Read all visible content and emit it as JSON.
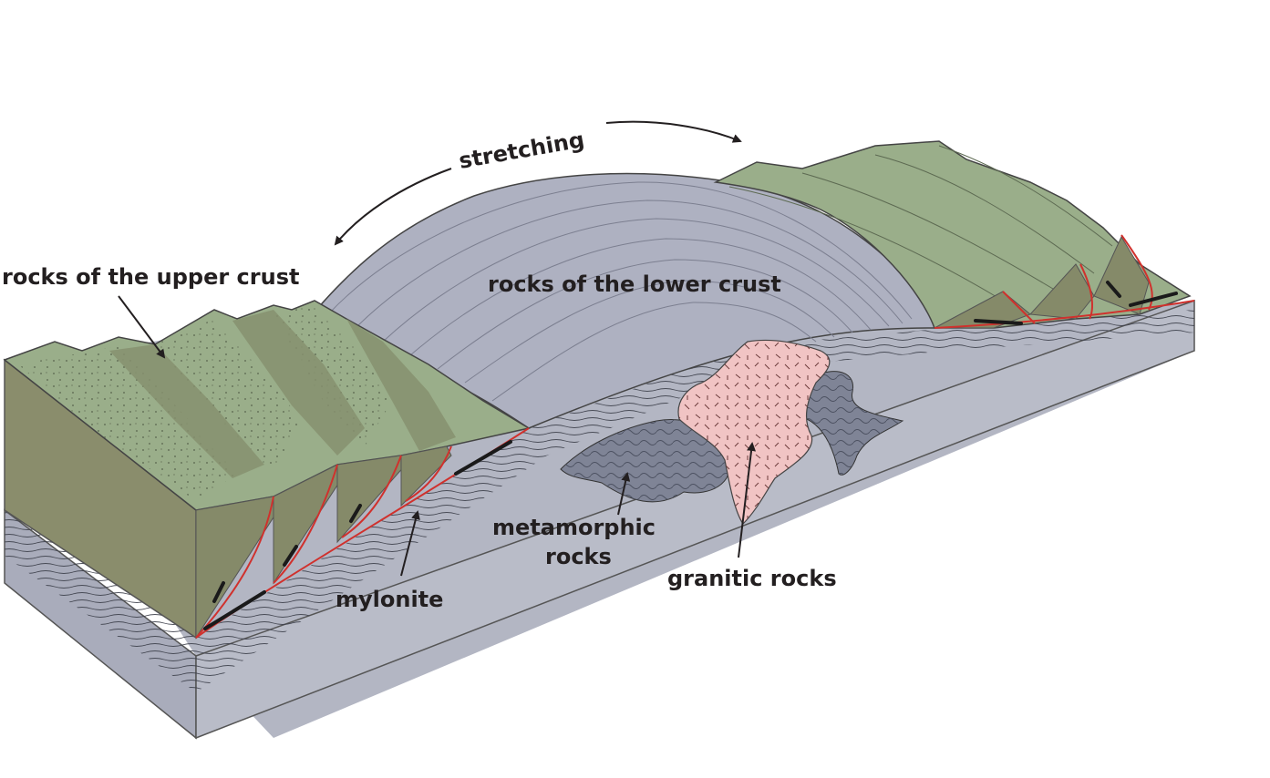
{
  "labels": {
    "stretching": "stretching",
    "upper_crust": "rocks of the upper crust",
    "lower_crust": "rocks of the lower crust",
    "metamorphic_line1": "metamorphic",
    "metamorphic_line2": "rocks",
    "mylonite": "mylonite",
    "granitic": "granitic rocks"
  },
  "colors": {
    "upper_crust_green": "#9aae8a",
    "upper_crust_dark": "#86906f",
    "upper_crust_side": "#8a8d6c",
    "lower_crust_gray": "#aeb1c1",
    "block_side_gray": "#b4b7c4",
    "metamorphic": "#7f8496",
    "granitic_pink": "#f1c4c4",
    "fault_red": "#d0312d",
    "ink": "#231f20"
  }
}
